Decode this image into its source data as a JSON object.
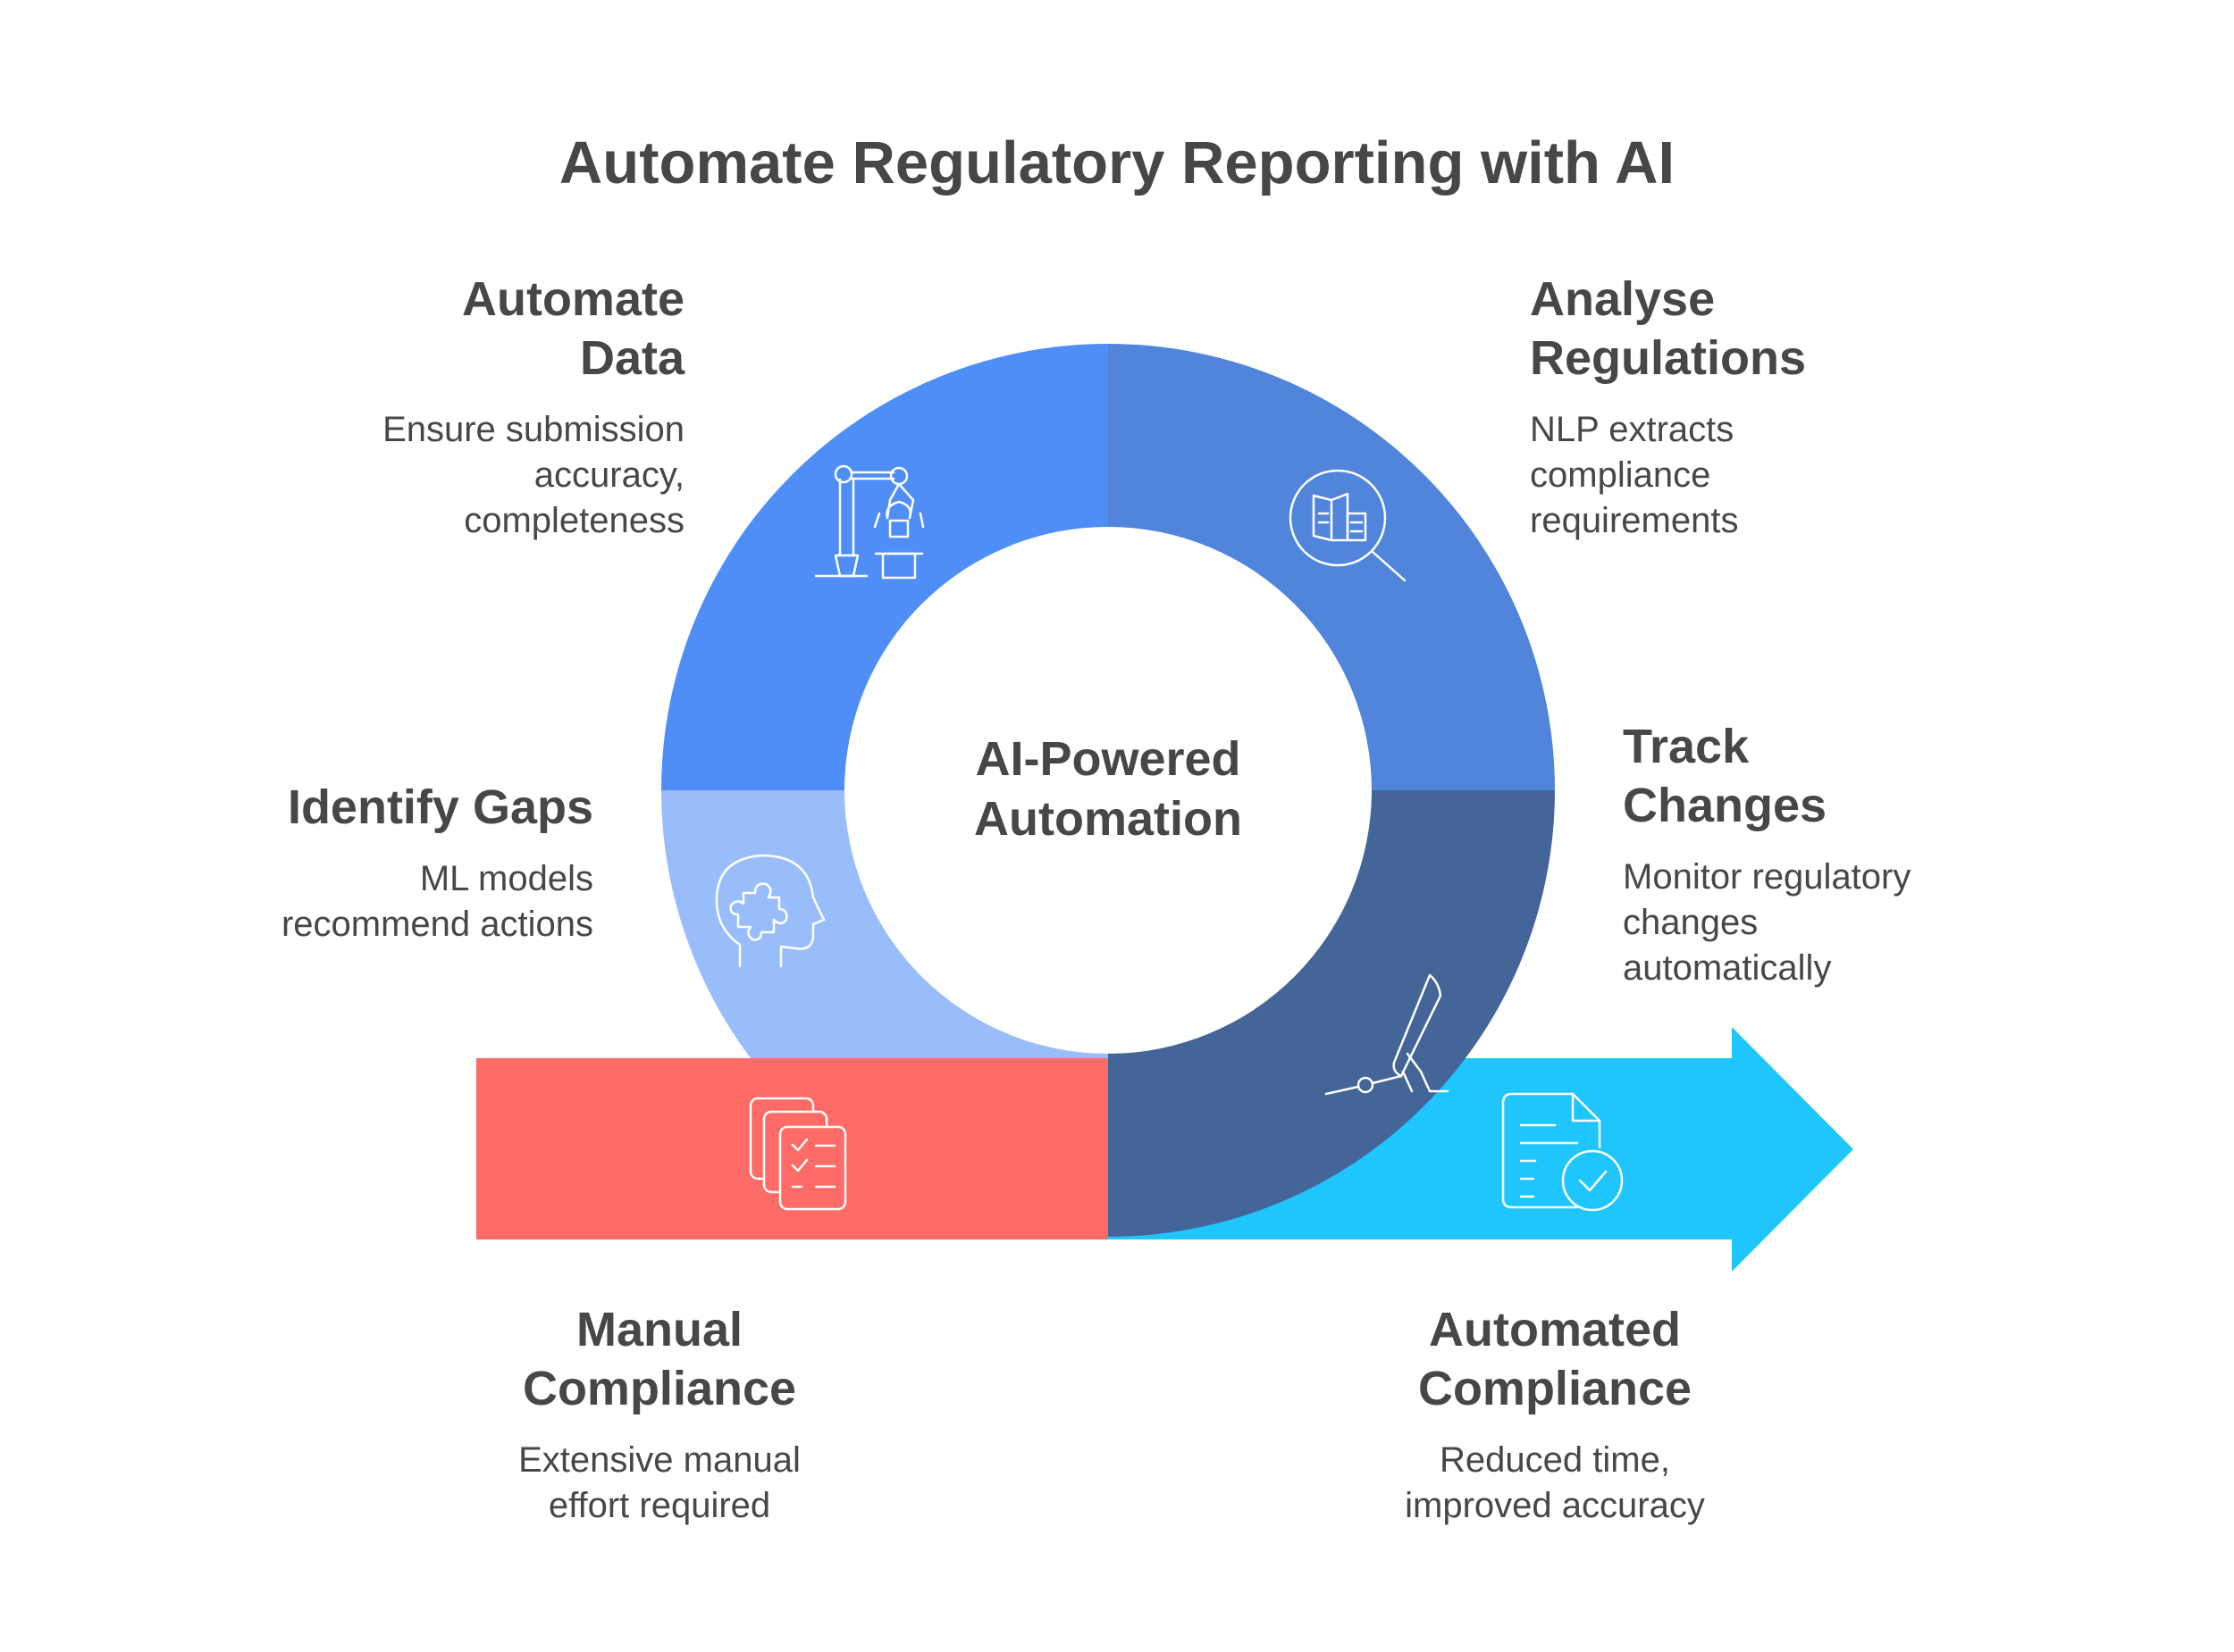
{
  "title": "Automate Regulatory Reporting with AI",
  "center": {
    "line1": "AI-Powered",
    "line2": "Automation"
  },
  "stages": {
    "automate_data": {
      "heading": [
        "Automate",
        "Data"
      ],
      "description": [
        "Ensure submission",
        "accuracy,",
        "completeness"
      ],
      "icon": "robot-arm-icon",
      "color": "#4f8ef7"
    },
    "analyse_regulations": {
      "heading": [
        "Analyse",
        "Regulations"
      ],
      "description": [
        "NLP extracts",
        "compliance",
        "requirements"
      ],
      "icon": "document-magnifier-icon",
      "color": "#5085db"
    },
    "track_changes": {
      "heading": [
        "Track",
        "Changes"
      ],
      "description": [
        "Monitor regulatory",
        "changes",
        "automatically"
      ],
      "icon": "monitor-icon",
      "color": "#436598"
    },
    "identify_gaps": {
      "heading": [
        "Identify Gaps"
      ],
      "description": [
        "ML models",
        "recommend actions"
      ],
      "icon": "head-puzzle-icon",
      "color": "#99bdfb"
    }
  },
  "outcomes": {
    "manual": {
      "heading": [
        "Manual",
        "Compliance"
      ],
      "description": [
        "Extensive manual",
        "effort required"
      ],
      "icon": "checklist-documents-icon",
      "color": "#ff6b66"
    },
    "automated": {
      "heading": [
        "Automated",
        "Compliance"
      ],
      "description": [
        "Reduced time,",
        "improved accuracy"
      ],
      "icon": "document-check-icon",
      "color": "#1ec6fd"
    }
  }
}
